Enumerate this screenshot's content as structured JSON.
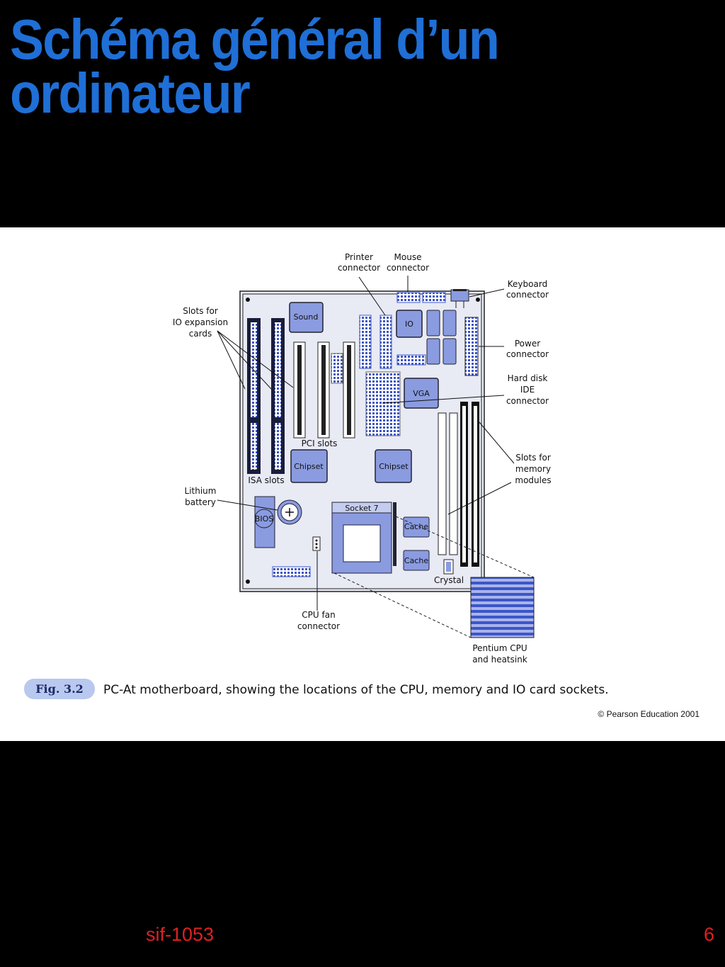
{
  "slide": {
    "title_line1": "Schéma général d’un",
    "title_line2": "ordinateur",
    "footer_left": "sif-1053",
    "page_number": "6"
  },
  "figure": {
    "fig_label": "Fig. 3.2",
    "caption": "PC-At motherboard, showing the locations of the CPU, memory and IO card sockets.",
    "copyright": "© Pearson Education 2001",
    "labels": {
      "printer_1": "Printer",
      "printer_2": "connector",
      "mouse_1": "Mouse",
      "mouse_2": "connector",
      "keyboard_1": "Keyboard",
      "keyboard_2": "connector",
      "slots_io_1": "Slots for",
      "slots_io_2": "IO expansion",
      "slots_io_3": "cards",
      "power_1": "Power",
      "power_2": "connector",
      "hdd_1": "Hard disk",
      "hdd_2": "IDE",
      "hdd_3": "connector",
      "mem_1": "Slots for",
      "mem_2": "memory",
      "mem_3": "modules",
      "lithium_1": "Lithium",
      "lithium_2": "battery",
      "fan_1": "CPU fan",
      "fan_2": "connector",
      "pentium_1": "Pentium CPU",
      "pentium_2": "and heatsink",
      "pci_slots": "PCI slots",
      "isa_slots": "ISA slots",
      "crystal": "Crystal",
      "sound": "Sound",
      "io": "IO",
      "vga": "VGA",
      "chipset_1": "Chipset",
      "chipset_2": "Chipset",
      "bios": "BIOS",
      "socket7": "Socket 7",
      "cache_1": "Cache",
      "cache_2": "Cache"
    }
  },
  "colors": {
    "title": "#1f6fd6",
    "footer": "#e02020",
    "board": "#e8eaf4",
    "chip": "#8a9be0",
    "fig_label_bg": "#b9c8ee"
  }
}
